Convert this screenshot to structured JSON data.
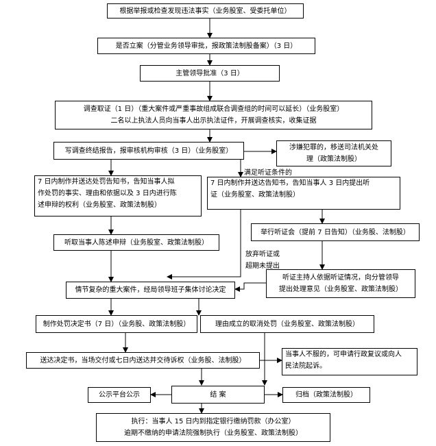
{
  "nodes": {
    "n1": "根据举报或检查发现违法事实（业务股室、受委托单位）",
    "n2": "是否立案（分管业务领导审批，报政策法制股备案）（3 日）",
    "n3": "主管领导批准（3 日）",
    "n4": [
      "调查取证（1 日）（重大案件或严重事故组成联合调查组的时间可以延长）（业务股室）",
      "二名以上执法人员向当事人出示执法证件，开展调查核实，收集证据"
    ],
    "n5": "写调查终结报告，报审核机构审核（3 日）（业务股室）",
    "n6": [
      "涉嫌犯罪的，移送司法机关处",
      "理（政策法制股）"
    ],
    "n7": [
      "7 日内制作并送达处罚告知书，告知当事人拟",
      "作处罚的事实、理由和依据以及 3 日内进行陈",
      "述申辩的权利（业务股室、政策法制股）"
    ],
    "n8": [
      "7 日内制作并送达告知书，告知当事人 3 日内提出听",
      "证（业务股室、政策法制股）"
    ],
    "n9": "举行听证会（提前 7 日告知）（业务股、法制股）",
    "n10": "听取当事人陈述申辩（业务股室、政策法制股）",
    "n11": [
      "听证主持人依据听证情况，向分管领导",
      "提出处理意见（业务股室、政策法制股）"
    ],
    "n12": "情节复杂的重大案件，经局领导班子集体讨论决定",
    "n13": "制作处罚决定书（7 日）（业务股、政策法制股）",
    "n14": "理由成立的取消处罚（业务股室、政策法制股）",
    "n15": "送达决定书，当场交付或七日内送达并交待诉权（业务股、法制股）",
    "n16": [
      "当事人不服的，可申请行政复议或向人",
      "民法院起诉。"
    ],
    "n17": "公示平台公示",
    "n18": "结    案",
    "n19": "归档（政策法制股）",
    "n20": [
      "执行：当事人 15 日内到指定银行缴纳罚款（办公室）",
      "逾期不缴纳的申请法院强制执行（业务股室、政策法制股）"
    ]
  },
  "labels": {
    "hearing_condition": "满足听证条件的",
    "waive_1": "放弃听证或",
    "waive_2": "超期未提出"
  }
}
